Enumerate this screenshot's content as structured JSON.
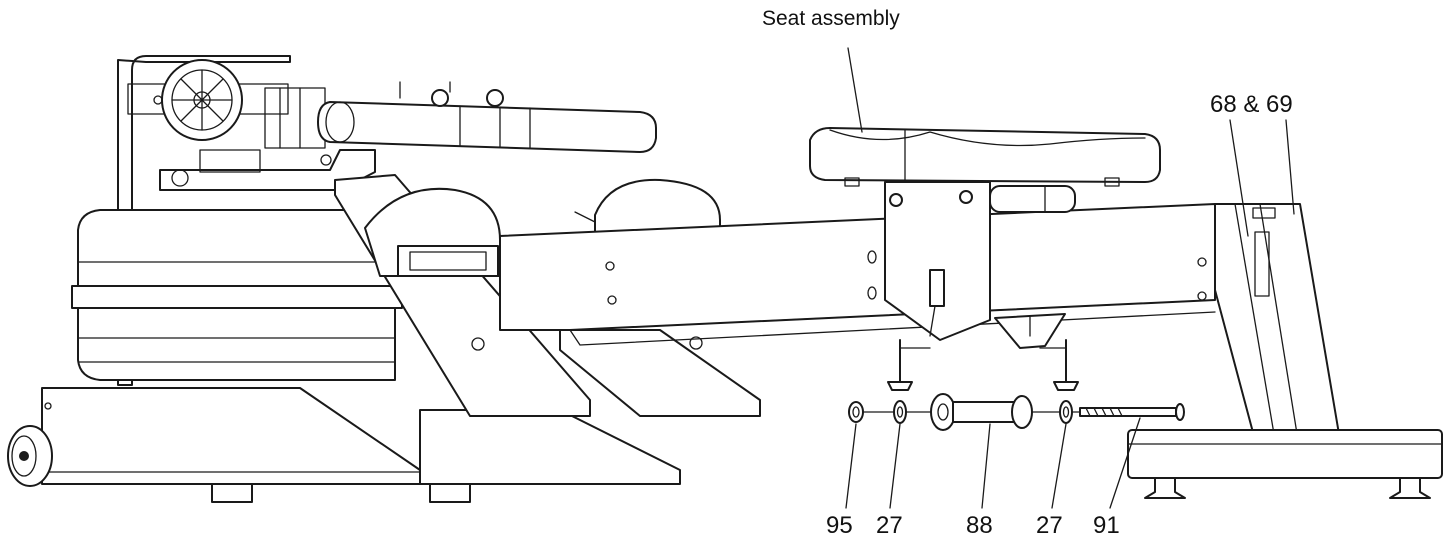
{
  "labels": {
    "seat_assembly": "Seat assembly",
    "part_68_69": "68 & 69",
    "part_95": "95",
    "part_27_left": "27",
    "part_88": "88",
    "part_27_right": "27",
    "part_91": "91"
  },
  "colors": {
    "line": "#1a1a1a",
    "background": "#ffffff"
  }
}
